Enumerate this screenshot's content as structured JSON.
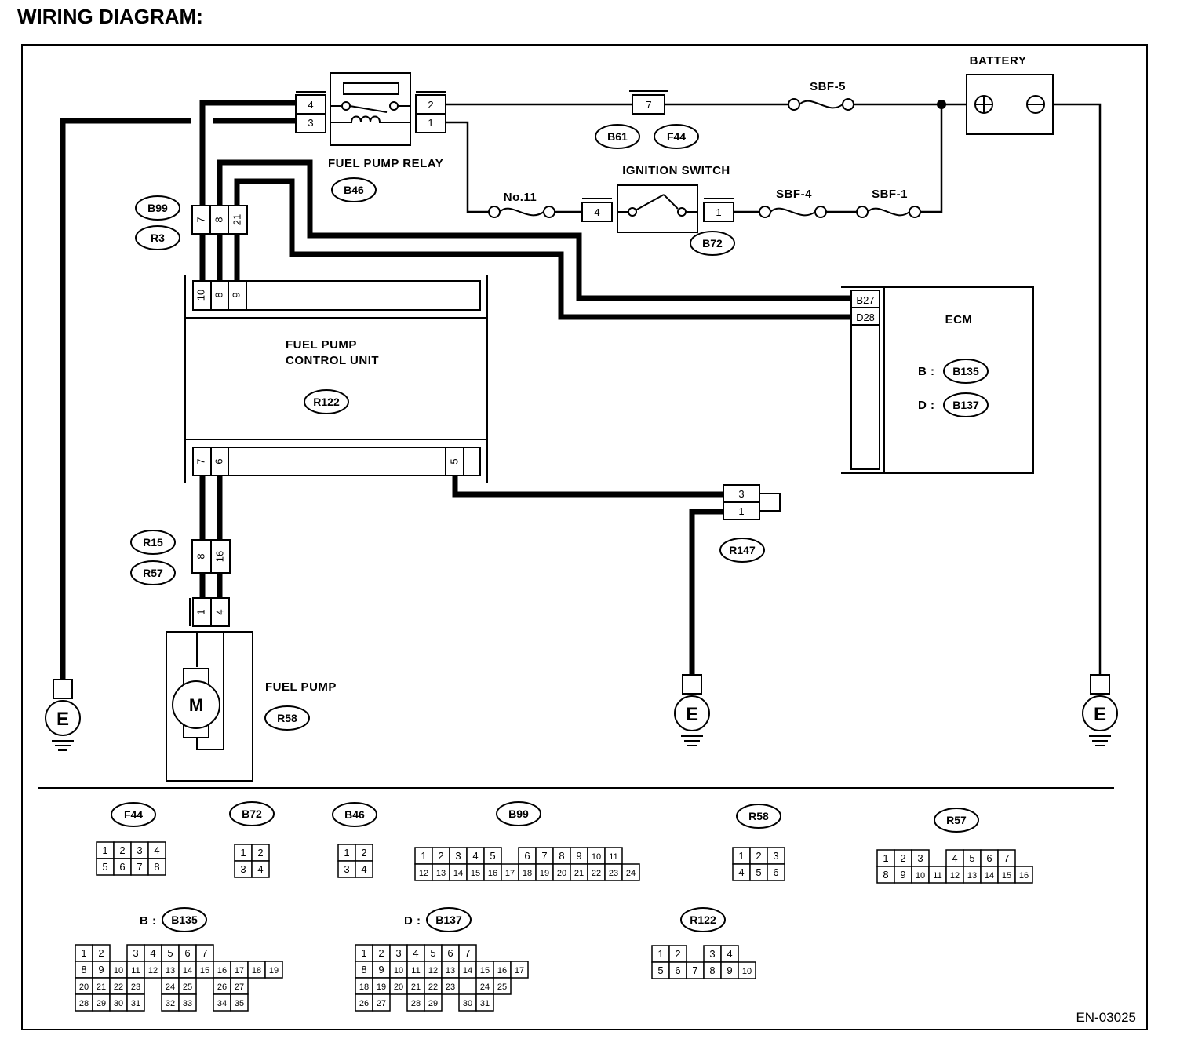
{
  "title": "WIRING DIAGRAM:",
  "doc_code": "EN-03025",
  "components": {
    "battery": "BATTERY",
    "fuel_pump_relay": "FUEL PUMP RELAY",
    "ignition_switch": "IGNITION SWITCH",
    "fuel_pump_control_unit_1": "FUEL PUMP",
    "fuel_pump_control_unit_2": "CONTROL UNIT",
    "ecm": "ECM",
    "fuel_pump": "FUEL PUMP",
    "motor": "M",
    "ecm_b_prefix": "B :",
    "ecm_d_prefix": "D :"
  },
  "fuses": {
    "sbf5": "SBF-5",
    "sbf4": "SBF-4",
    "sbf1": "SBF-1",
    "no11": "No.11"
  },
  "ground": "E",
  "connector_ids": {
    "b61": "B61",
    "f44": "F44",
    "b46": "B46",
    "b99": "B99",
    "r3": "R3",
    "b72": "B72",
    "r122": "R122",
    "b135": "B135",
    "b137": "B137",
    "r15": "R15",
    "r57": "R57",
    "r58": "R58",
    "r147": "R147"
  },
  "pins": {
    "relay_left": [
      "4",
      "3"
    ],
    "relay_right": [
      "2",
      "1"
    ],
    "b61_pin": "7",
    "ign_left": "4",
    "ign_right": "1",
    "b99_pins": [
      "7",
      "8",
      "21"
    ],
    "fpcu_top": [
      "10",
      "8",
      "9"
    ],
    "fpcu_bottom": [
      "7",
      "6",
      "5"
    ],
    "r15_pins": [
      "8",
      "16"
    ],
    "r58_pins": [
      "1",
      "4"
    ],
    "r147_pins": [
      "3",
      "1"
    ],
    "ecm_pins": [
      "B27",
      "D28"
    ]
  },
  "legend": {
    "f44": {
      "rows": [
        [
          "1",
          "2",
          "3",
          "4"
        ],
        [
          "5",
          "6",
          "7",
          "8"
        ]
      ]
    },
    "b72": {
      "rows": [
        [
          "1",
          "2"
        ],
        [
          "3",
          "4"
        ]
      ]
    },
    "b46": {
      "rows": [
        [
          "1",
          "2"
        ],
        [
          "3",
          "4"
        ]
      ]
    },
    "b99": {
      "rows": [
        [
          "1",
          "2",
          "3",
          "4",
          "5",
          "",
          "6",
          "7",
          "8",
          "9",
          "10",
          "11"
        ],
        [
          "12",
          "13",
          "14",
          "15",
          "16",
          "17",
          "18",
          "19",
          "20",
          "21",
          "22",
          "23",
          "24"
        ]
      ]
    },
    "r58": {
      "rows": [
        [
          "1",
          "2",
          "3"
        ],
        [
          "4",
          "5",
          "6"
        ]
      ]
    },
    "r57": {
      "rows": [
        [
          "1",
          "2",
          "3",
          "",
          "4",
          "5",
          "6",
          "7"
        ],
        [
          "8",
          "9",
          "10",
          "11",
          "12",
          "13",
          "14",
          "15",
          "16"
        ]
      ]
    },
    "b135": {
      "prefix": "B :",
      "rows": [
        [
          "1",
          "2",
          "",
          "3",
          "4",
          "5",
          "6",
          "7"
        ],
        [
          "8",
          "9",
          "10",
          "11",
          "12",
          "13",
          "14",
          "15",
          "16",
          "17",
          "18",
          "19"
        ],
        [
          "20",
          "21",
          "22",
          "23",
          "",
          "24",
          "25",
          "",
          "26",
          "27"
        ],
        [
          "28",
          "29",
          "30",
          "31",
          "",
          "32",
          "33",
          "",
          "34",
          "35"
        ]
      ]
    },
    "b137": {
      "prefix": "D :",
      "rows": [
        [
          "1",
          "2",
          "3",
          "4",
          "5",
          "6",
          "7"
        ],
        [
          "8",
          "9",
          "10",
          "11",
          "12",
          "13",
          "14",
          "15",
          "16",
          "17"
        ],
        [
          "18",
          "19",
          "20",
          "21",
          "22",
          "23",
          "",
          "24",
          "25"
        ],
        [
          "26",
          "27",
          "",
          "28",
          "29",
          "",
          "30",
          "31"
        ]
      ]
    },
    "r122": {
      "rows": [
        [
          "1",
          "2",
          "",
          "3",
          "4"
        ],
        [
          "5",
          "6",
          "7",
          "8",
          "9",
          "10"
        ]
      ]
    }
  }
}
